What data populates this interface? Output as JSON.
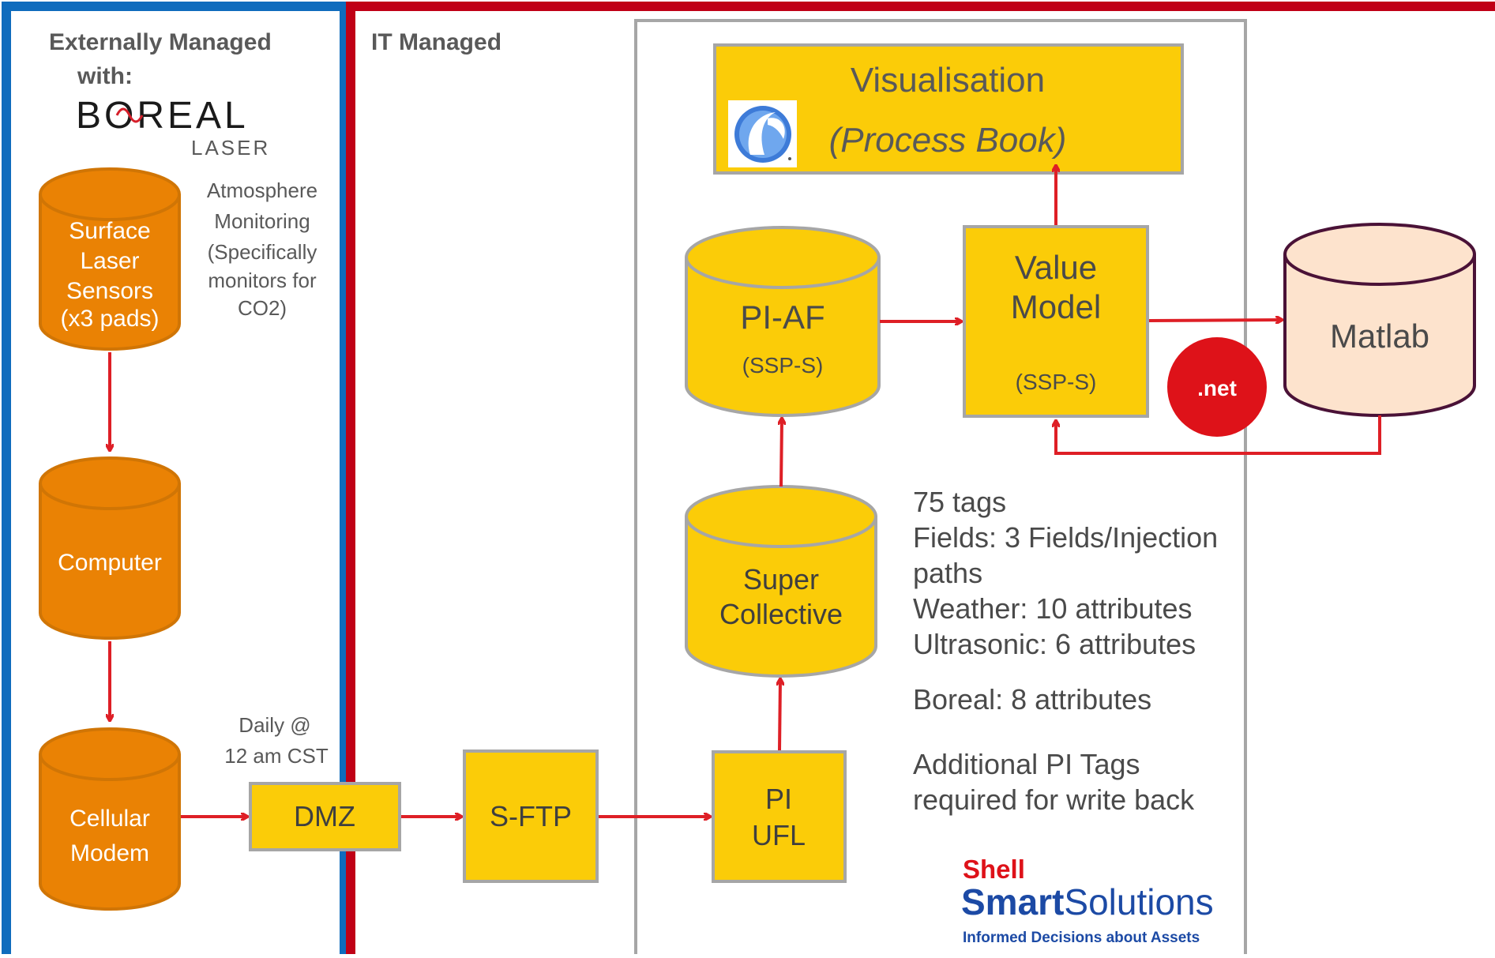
{
  "colors": {
    "external_border": "#0f6cbd",
    "it_border": "#c00016",
    "orange": "#ea8204",
    "yellow": "#fbcc08",
    "arrow": "#de1f26",
    "matlab_fill": "#fde3cd",
    "matlab_stroke": "#4a1237",
    "net_badge": "#de1219"
  },
  "zones": {
    "external": {
      "title_line1": "Externally Managed",
      "title_line2": "with:"
    },
    "it": {
      "title": "IT Managed"
    }
  },
  "boreal_logo": {
    "word": "BOREAL",
    "sub": "LASER"
  },
  "atmosphere_note": [
    "Atmosphere",
    "Monitoring",
    "(Specifically",
    "monitors for",
    "CO2)"
  ],
  "daily_note": [
    "Daily @",
    "12 am CST"
  ],
  "nodes": {
    "surface_laser_sensors": [
      "Surface",
      "Laser",
      "Sensors",
      "(x3 pads)"
    ],
    "computer": "Computer",
    "cellular_modem": [
      "Cellular",
      "Modem"
    ],
    "dmz": "DMZ",
    "sftp": "S-FTP",
    "pi_ufl": [
      "PI",
      "UFL"
    ],
    "super_collective": [
      "Super",
      "Collective"
    ],
    "pi_af": {
      "title": "PI-AF",
      "sub": "(SSP-S)"
    },
    "value_model": {
      "title_line1": "Value",
      "title_line2": "Model",
      "sub": "(SSP-S)"
    },
    "visualisation": {
      "title": "Visualisation",
      "sub": "(Process Book)"
    },
    "matlab": "Matlab",
    "net_badge": ".net"
  },
  "tags_info": [
    "75 tags",
    "Fields: 3 Fields/Injection",
    "paths",
    "Weather: 10 attributes",
    "Ultrasonic: 6 attributes",
    "Boreal: 8 attributes",
    "Additional PI Tags",
    "required for write back"
  ],
  "shell_logo": {
    "line1": "Shell",
    "line2_bold": "Smart",
    "line2_light": "Solutions",
    "tagline": "Informed Decisions about Assets"
  },
  "icons": {
    "processbook": "pi-processbook-icon",
    "boreal_wave": "sine-wave-icon"
  }
}
